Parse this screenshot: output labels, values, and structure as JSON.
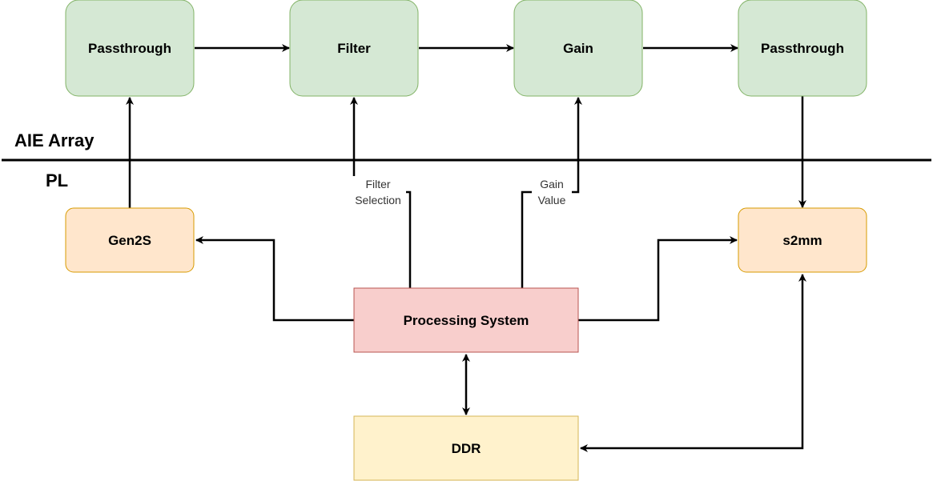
{
  "regions": {
    "upper": "AIE Array",
    "lower": "PL"
  },
  "nodes": {
    "passthrough_in": "Passthrough",
    "filter": "Filter",
    "gain": "Gain",
    "passthrough_out": "Passthrough",
    "gen2s": "Gen2S",
    "s2mm": "s2mm",
    "processing_system": "Processing System",
    "ddr": "DDR"
  },
  "edge_labels": {
    "filter_selection_line1": "Filter",
    "filter_selection_line2": "Selection",
    "gain_value_line1": "Gain",
    "gain_value_line2": "Value"
  },
  "colors": {
    "aie_fill": "#d5e8d4",
    "aie_stroke": "#82b366",
    "pl_fill": "#ffe6cc",
    "pl_stroke": "#d79b00",
    "ps_fill": "#f8cecc",
    "ps_stroke": "#b85450",
    "ddr_fill": "#fff2cc",
    "ddr_stroke": "#d6b656"
  }
}
